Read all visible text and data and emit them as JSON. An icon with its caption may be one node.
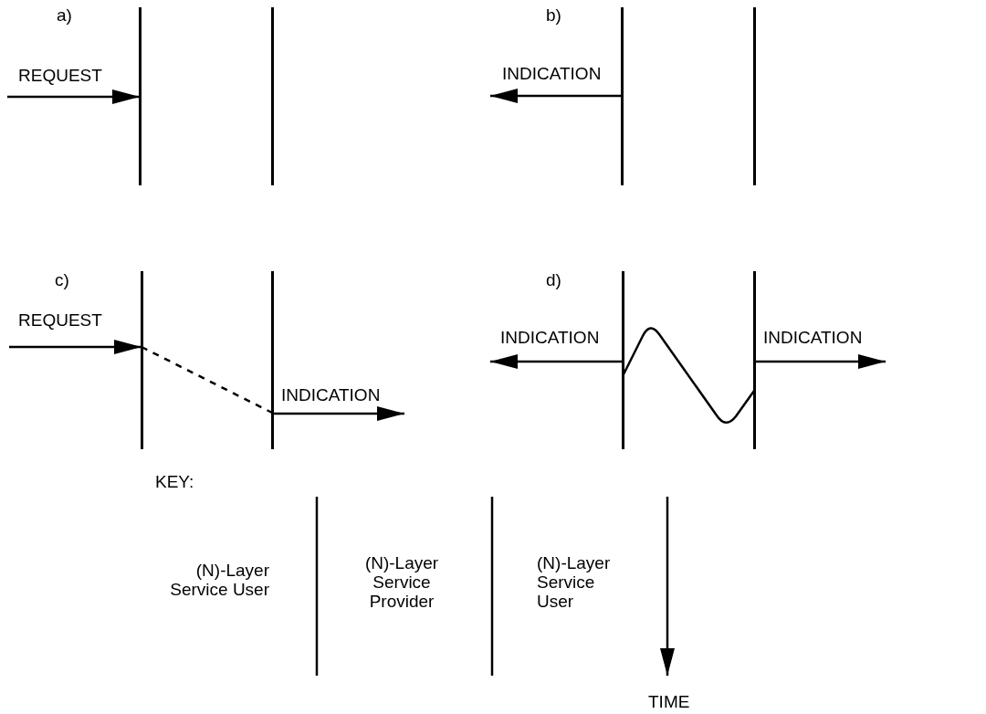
{
  "diagram": {
    "nodes": [
      {
        "text": [],
        "shape": "line"
      },
      {
        "text": [],
        "shape": "line"
      },
      {
        "text": [],
        "shape": "line"
      },
      {
        "text": [],
        "shape": "line"
      },
      {
        "text": [],
        "shape": "line"
      },
      {
        "text": [],
        "shape": "line"
      },
      {
        "text": [],
        "shape": "line"
      },
      {
        "text": [],
        "shape": "line"
      }
    ],
    "edges": [
      {
        "from": null,
        "to": 0,
        "arrow": "to",
        "label": "REQUEST"
      },
      {
        "from": 2,
        "to": null,
        "arrow": "to",
        "label": "INDICATION"
      },
      {
        "from": null,
        "to": 4,
        "arrow": "to",
        "label": "REQUEST"
      },
      {
        "from": 4,
        "to": 5,
        "arrow": "none",
        "style": "dashed"
      },
      {
        "from": 5,
        "to": null,
        "arrow": "to",
        "label": "INDICATION"
      },
      {
        "from": 6,
        "to": 7,
        "arrow": "none"
      },
      {
        "from": 6,
        "to": null,
        "arrow": "to",
        "label": "INDICATION"
      },
      {
        "from": 7,
        "to": null,
        "arrow": "to",
        "label": "INDICATION"
      }
    ],
    "labels": [
      "a)",
      "b)",
      "c)",
      "d)",
      "KEY:",
      "(N)-Layer Service User",
      "(N)-Layer Service Provider",
      "(N)-Layer Service User",
      "TIME"
    ]
  }
}
